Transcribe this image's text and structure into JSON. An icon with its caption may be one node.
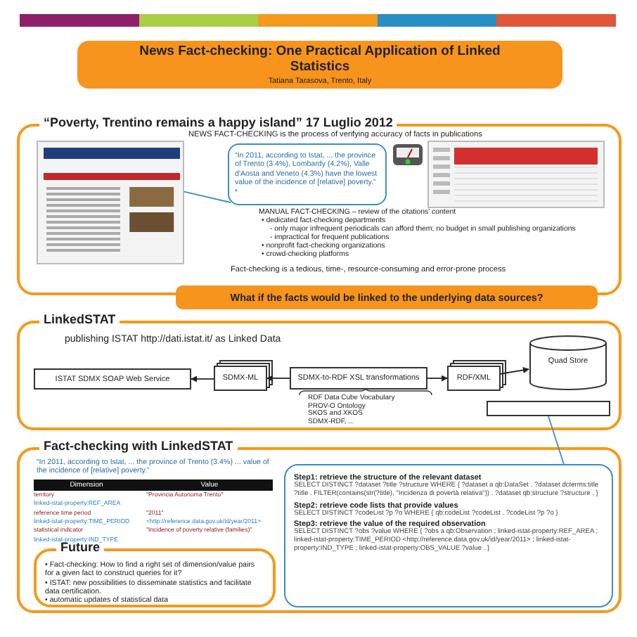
{
  "diagram": {
    "nodes": [
      {
        "text": [
          "News Fact-checking: One Practical Application of Linked Statistics",
          "Tatiana Tarasova, Trento, Italy"
        ]
      },
      {
        "text": [
          "“Poverty, Trentino remains a happy island” 17 Luglio 2012",
          "NEWS FACT-CHECKING is the process of verifying accuracy of facts in publications",
          "MANUAL FACT-CHECKING – review of the citations' content",
          "• dedicated fact-checking departments",
          "- only major infrequent periodicals can afford them; no budget in small publishing organizations",
          "- impractical for frequent publications",
          "• nonprofit fact-checking organizations",
          "• crowd-checking platforms",
          "Fact-checking is a tedious, time-, resource-consuming and error-prone process"
        ]
      },
      {
        "text": [
          "“In 2011, according to Istat, ... the province of Trento (3.4%), Lombardy (4.2%), Valle d'Aosta and Veneto (4.3%) have the lowest value of the incidence of [relative] poverty.” *"
        ],
        "in": 1
      },
      {
        "text": [],
        "shape": "picture",
        "in": 1
      },
      {
        "text": [],
        "shape": "picture",
        "in": 1
      },
      {
        "text": [
          "What if the facts would be linked to the underlying data sources?"
        ]
      },
      {
        "text": [
          "LinkedSTAT",
          "publishing ISTAT http://dati.istat.it/ as Linked Data"
        ]
      },
      {
        "text": [
          "ISTAT SDMX SOAP Web Service"
        ],
        "in": 6
      },
      {
        "text": [
          "SDMX-ML"
        ],
        "in": 6
      },
      {
        "text": [
          "SDMX-to-RDF XSL transformations"
        ],
        "in": 6
      },
      {
        "text": [
          "RDF/XML"
        ],
        "in": 6
      },
      {
        "text": [
          "Quad Store"
        ],
        "in": 6
      },
      {
        "text": [],
        "shape": "box",
        "in": 6
      },
      {
        "text": [
          "Fact-checking with LinkedSTAT"
        ]
      },
      {
        "text": [
          "Step1: retrieve the structure of the relevant dataset",
          "SELECT DISTINCT ?dataset ?title ?structure WHERE { ?dataset a qb:DataSet . ?dataset dcterms:title ?title . FILTER(contains(str(?title), \"Incidenza di povertà relativa\")) . ?dataset qb:structure ?structure . }",
          "Step2: retrieve code lists that provide values",
          "SELECT DISTINCT ?codeList ?p ?o WHERE { qb:codeList ?codeList . ?codeList ?p ?o }",
          "Step3: retrieve the value of the required observation",
          "SELECT DISTINCT ?obs ?value WHERE { ?obs a qb:Observation ; linked-istat-property:REF_AREA ; linked-istat-property:TIME_PERIOD <http://reference.data.gov.uk/id/year/2011> ; linked-istat-property:IND_TYPE ; linked-istat-property:OBS_VALUE ?value . }"
        ],
        "in": 13
      },
      {
        "text": [
          "Future",
          "• Fact-checking: How to find a right set of dimension/value pairs for a given fact to construct queries for it?",
          "• ISTAT: new possibilities to disseminate statistics and facilitate data certification.",
          "• automatic updates of statistical data"
        ],
        "in": 13
      }
    ],
    "edges": [
      {
        "from": 2,
        "to": 3,
        "arrow": "none",
        "color": "#3a8fc4"
      },
      {
        "from": 8,
        "to": 7,
        "arrow": "to"
      },
      {
        "from": 9,
        "to": 8,
        "arrow": "to"
      },
      {
        "from": 9,
        "to": 10,
        "arrow": "to"
      },
      {
        "from": 10,
        "to": 11,
        "arrow": "to"
      },
      {
        "from": 12,
        "to": 14,
        "arrow": "none",
        "color": "#3a8fc4"
      }
    ],
    "labels": [
      "RDF Data Cube Vocabulary",
      "PROV-O Ontology",
      "SKOS and XKOS",
      "SDMX-RDF, ...",
      "“In 2011, according to Istat, ... the province of Trento (3.4%) ... value of the incidence of [relative] poverty.”",
      "Dimension",
      "Value",
      "territory",
      "\"Provincia Autonoma Trento\"",
      "linked-istat-property:REF_AREA",
      "reference time period",
      "\"2011\"",
      "linked-istat-property:TIME_PERIOD",
      "<http://reference.data.gov.uk/id/year/2011>",
      "statistical indicator",
      "\"Incidence of poverty relative (families)\"",
      "linked-istat-property:IND_TYPE"
    ]
  }
}
